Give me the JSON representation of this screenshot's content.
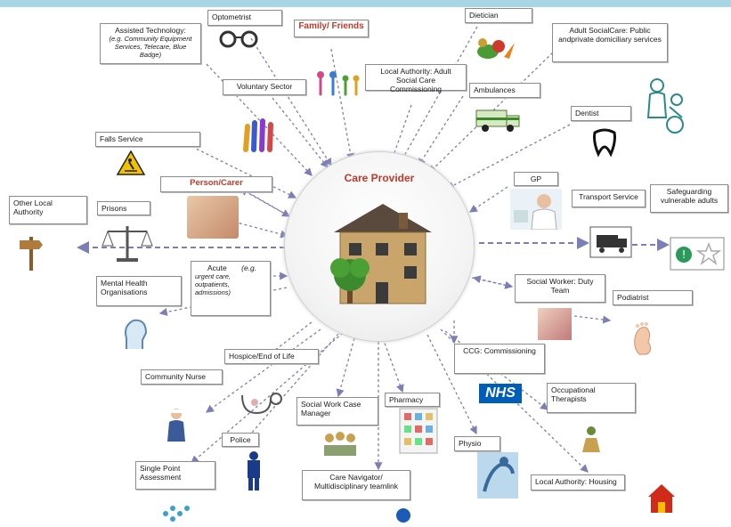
{
  "center": {
    "title": "Care Provider"
  },
  "labels": {
    "optometrist": "Optometrist",
    "family_friends": "Family/ Friends",
    "dietician": "Dietician",
    "assisted_tech_title": "Assisted Technology:",
    "assisted_tech_sub": "(e.g. Community Equipment Services, Telecare, Blue Badge)",
    "adult_social_care": "Adult SocialCare: Public andprivate domiciliary services",
    "local_authority_adult": "Local Authority: Adult Social Care Commissioning",
    "ambulances": "Ambulances",
    "voluntary_sector": "Voluntary Sector",
    "dentist": "Dentist",
    "falls_service": "Falls Service",
    "person_carer": "Person/Carer",
    "gp": "GP",
    "transport_service": "Transport Service",
    "safeguarding": "Safeguarding vulnerable adults",
    "other_local_authority": "Other Local Authority",
    "prisons": "Prisons",
    "acute_title": "Acute",
    "acute_eg": "(e.g.",
    "acute_sub": "urgent care, outpatients, admissions)",
    "mental_health": "Mental Health Organisations",
    "social_worker": "Social Worker: Duty Team",
    "podiatrist": "Podiatrist",
    "hospice": "Hospice/End of Life",
    "ccg": "CCG: Commissioning",
    "community_nurse": "Community Nurse",
    "nhs": "NHS",
    "occupational_therapists": "Occupational Therapists",
    "pharmacy": "Pharmacy",
    "social_work_case_manager": "Social Work Case Manager",
    "police": "Police",
    "physio": "Physio",
    "single_point": "Single Point Assessment",
    "care_navigator": "Care Navigator/ Multidisciplinary teamlink",
    "la_housing": "Local Authority: Housing"
  },
  "colors": {
    "arrow": "#7b7fb5",
    "accent_red": "#c0392b",
    "nhs_blue": "#005eb8",
    "topbar": "#a9d6e5"
  },
  "icons": [
    "glasses-icon",
    "family-icon",
    "vegetables-icon",
    "ambulance-icon",
    "carer-icon",
    "tooth-icon",
    "hands-icon",
    "wet-floor-icon",
    "doctor-icon",
    "signpost-icon",
    "scales-icon",
    "van-icon",
    "alert-star-icon",
    "head-icon",
    "foot-icon",
    "stethoscope-icon",
    "nurse-icon",
    "police-icon",
    "nhs-logo",
    "pills-icon",
    "physio-icon",
    "house-icon",
    "team-icon",
    "globe-icon",
    "care-house-icon",
    "tree-icon"
  ]
}
